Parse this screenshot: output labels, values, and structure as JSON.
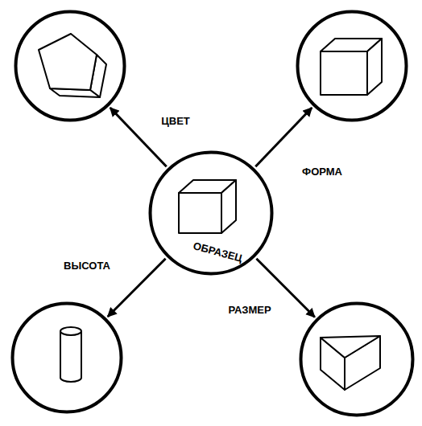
{
  "diagram": {
    "nodes": [
      {
        "text": []
      },
      {
        "text": []
      },
      {
        "text": [
          "ОБРАЗЕЦ"
        ]
      },
      {
        "text": []
      },
      {
        "text": []
      }
    ],
    "edges": [
      {
        "from": 2,
        "to": 0,
        "arrow": "to",
        "label": "ЦВЕТ"
      },
      {
        "from": 2,
        "to": 1,
        "arrow": "to",
        "label": "ФОРМА"
      },
      {
        "from": 2,
        "to": 3,
        "arrow": "to",
        "label": "ВЫСОТА"
      },
      {
        "from": 2,
        "to": 4,
        "arrow": "to",
        "label": "РАЗМЕР"
      }
    ]
  }
}
